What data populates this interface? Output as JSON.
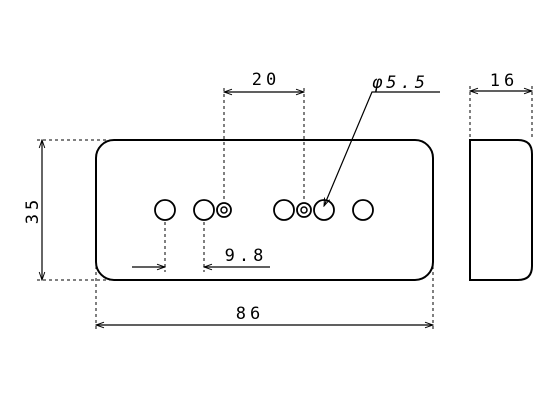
{
  "dimensions": {
    "hole_spacing": "20",
    "diameter": "φ5.5",
    "side_width": "16",
    "height": "35",
    "offset": "9.8",
    "length": "86"
  },
  "colors": {
    "line": "#000000",
    "background": "#ffffff"
  }
}
